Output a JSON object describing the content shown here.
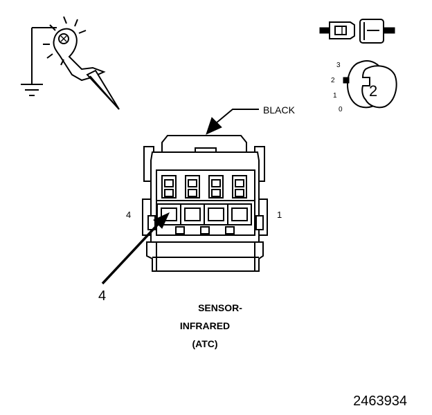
{
  "diagram": {
    "connector_color_label": "BLACK",
    "pin_label_left": "4",
    "pin_label_right": "1",
    "pointer_pin_label": "4",
    "component_label_lines": [
      "SENSOR-",
      "INFRARED",
      "(ATC)"
    ],
    "figure_number": "2463934"
  },
  "meter_setting": {
    "scale_labels": [
      "3",
      "2",
      "1",
      "0"
    ],
    "selected_position": "2"
  },
  "icons": {
    "probe": "test-probe-icon",
    "connector_pair": "connector-pair-icon",
    "selector": "selector-dial-icon"
  }
}
